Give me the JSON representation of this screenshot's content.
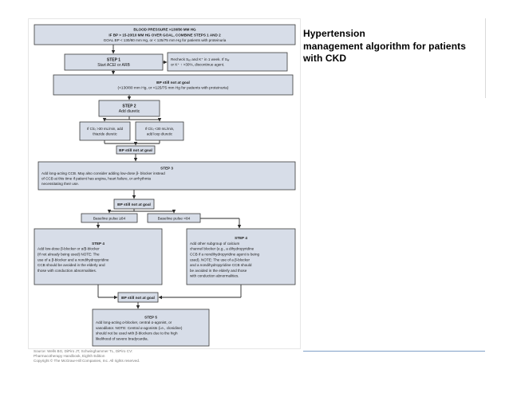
{
  "slide": {
    "title_lines": [
      "Hypertension",
      "management algorithm for patients",
      "with  CKD"
    ]
  },
  "flowchart": {
    "boxes": [
      {
        "id": "header",
        "lines": [
          "BLOOD PRESSURE >130/80 MM HG",
          "IF BP > 15-20/10 MM HG OVER  GOAL, COMBINE STEPS 1 AND 2",
          "GOAL BP < 130/80 mm Hg, or < 125/75 mm Hg for patients with proteinuria"
        ]
      },
      {
        "id": "step1",
        "lines": [
          "STEP 1",
          "Start ACEI or ARB"
        ]
      },
      {
        "id": "recheck",
        "lines": [
          "Recheck Sₑᵣ and K⁺ in 1 week. If Sₑᵣ",
          "or K⁺ ↑ >30%, discontinue agent."
        ]
      },
      {
        "id": "bp_not_goal_1",
        "lines": [
          "BP still not at goal",
          "(<130/80 mm Hg, or <125/75 mm Hg for patients with proteinuria)"
        ]
      },
      {
        "id": "step2",
        "lines": [
          "STEP 2",
          "Add diuretic"
        ]
      },
      {
        "id": "thiazide",
        "lines": [
          "If Clᴄᵣ >30 mL/min, add",
          "thiazide diuretic"
        ]
      },
      {
        "id": "loop",
        "lines": [
          "If Clᴄᵣ <30 mL/min,",
          "add loop diuretic"
        ]
      },
      {
        "id": "bp_not_goal_2",
        "lines": [
          "BP still not at goal"
        ]
      },
      {
        "id": "step3",
        "lines": [
          "STEP 3",
          "Add long-acting CCB. May also consider adding low-dose β- blocker instead",
          "of CCB at this time if patient has angina, heart failure, or arrhythmia",
          "necessitating their use."
        ]
      },
      {
        "id": "bp_not_goal_3",
        "lines": [
          "BP still not at goal"
        ]
      },
      {
        "id": "pulse_high",
        "lines": [
          "Baseline pulse ≥84"
        ]
      },
      {
        "id": "pulse_low",
        "lines": [
          "Baseline pulse <84"
        ]
      },
      {
        "id": "step4a",
        "lines": [
          "STEP 4",
          "Add low-dose β-blocker or α/β-blocker",
          "(if not already being used) NOTE: The",
          "use of a β-blocker and a nondihydropyridine",
          "CCB should be avoided in the elderly and",
          "those with conduction abnormalities."
        ]
      },
      {
        "id": "step4b",
        "lines": [
          "STEP 4",
          "Add other subgroup of calcium",
          "channel blocker (e.g., a dihydropyridine",
          "CCB if a nondihydropyridine agent is being",
          "used). NOTE: The use of a β-blocker",
          "and a nondihydropyridine CCB should",
          "be avoided in the elderly and those",
          "with conduction abnormalities."
        ]
      },
      {
        "id": "bp_not_goal_4",
        "lines": [
          "BP still not at goal"
        ]
      },
      {
        "id": "step5",
        "lines": [
          "STEP 5",
          "Add long-acting α-blocker, central α-agonist, or",
          "vasodilator. NOTE: Central α-agonists (i.e., clonidine)",
          "should not be used with β-blockers due to the high",
          "likelihood of severe bradycardia."
        ]
      }
    ],
    "credits": [
      "Source: Wells BG, DiPiro JT, Schwinghammer TL, DiPiro CV:",
      "Pharmacotherapy Handbook, Eighth Edition",
      "Copyright © The McGraw-Hill Companies, Inc. All rights reserved."
    ]
  },
  "colors": {
    "box_fill": "#d7dde8",
    "box_stroke": "#3a3a3a",
    "arrow": "#2a2a2a",
    "title": "#000000",
    "accent_line": "#7f9fc7"
  }
}
